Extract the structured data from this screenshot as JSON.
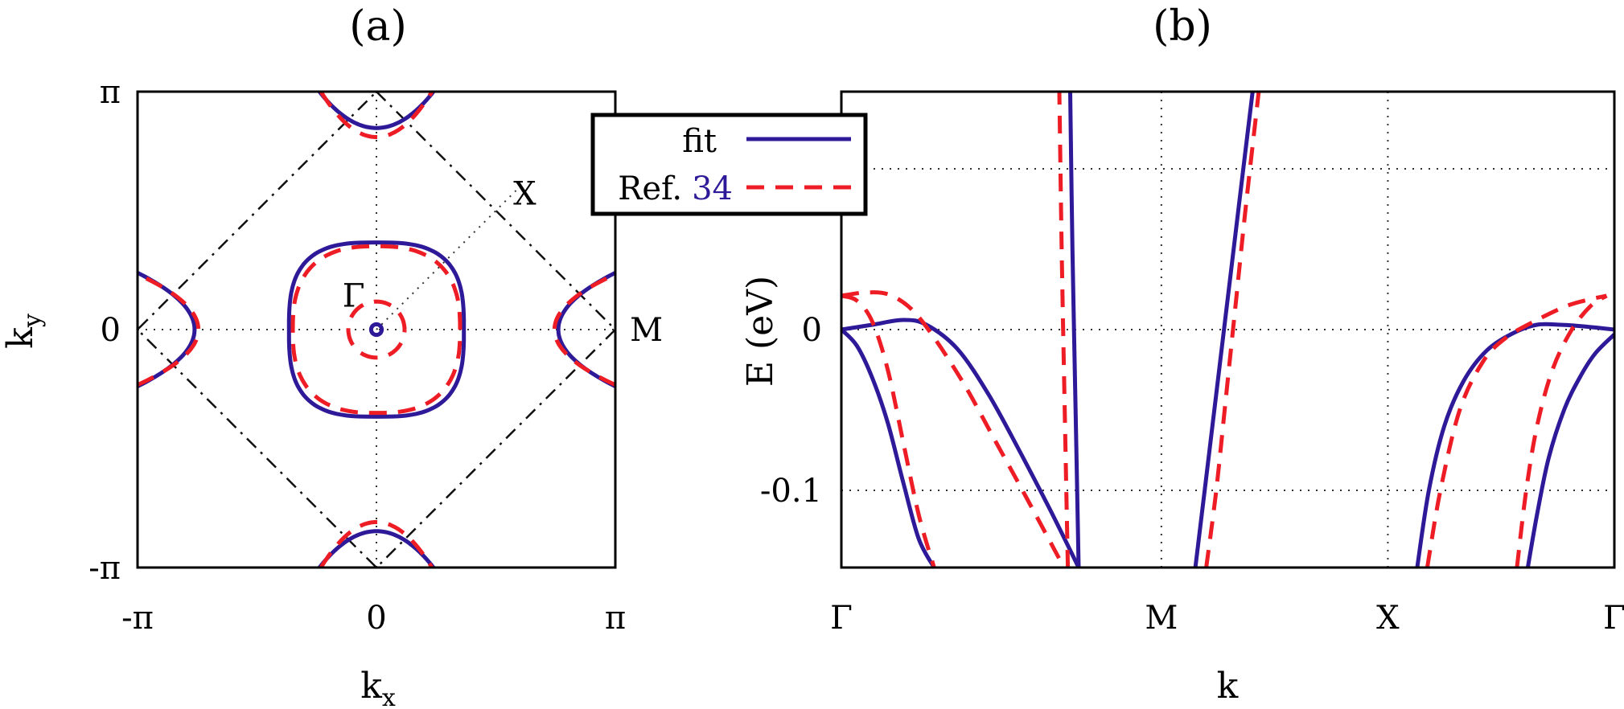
{
  "chart_data": [
    {
      "id": "a",
      "panel_label": "(a)",
      "type": "line",
      "subtype": "fermi-surface contour",
      "xlabel_main": "k",
      "xlabel_sub": "x",
      "ylabel_main": "k",
      "ylabel_sub": "y",
      "xlim": [
        -3.14159,
        3.14159
      ],
      "ylim": [
        -3.14159,
        3.14159
      ],
      "xticks": [
        {
          "v": -3.14159,
          "label": "-π"
        },
        {
          "v": 0,
          "label": "0"
        },
        {
          "v": 3.14159,
          "label": "π"
        }
      ],
      "yticks": [
        {
          "v": -3.14159,
          "label": "-π"
        },
        {
          "v": 0,
          "label": "0"
        },
        {
          "v": 3.14159,
          "label": "π"
        }
      ],
      "grid": "dotted center lines",
      "annotations": [
        {
          "text": "X",
          "x": 1.95,
          "y": 1.8
        },
        {
          "text": "Γ",
          "x": -0.3,
          "y": 0.45
        },
        {
          "text": "M",
          "x": 3.55,
          "y": 0
        }
      ],
      "guides": {
        "diamond": [
          [
            0,
            3.14159
          ],
          [
            3.14159,
            0
          ],
          [
            0,
            -3.14159
          ],
          [
            -3.14159,
            0
          ],
          [
            0,
            3.14159
          ]
        ],
        "gamma_to_x": [
          [
            0,
            0
          ],
          [
            1.9,
            1.9
          ]
        ]
      },
      "series": [
        {
          "name": "fit",
          "color": "#2e1a98",
          "dash": "solid",
          "curves": [
            {
              "shape": "circle",
              "center": [
                0,
                0
              ],
              "radius": 0.07
            },
            {
              "shape": "superellipse",
              "center": [
                0,
                0
              ],
              "radius": 1.15,
              "exponent": 3.0
            },
            {
              "shape": "arc",
              "center": [
                0,
                3.14159
              ],
              "vertex_distance": 0.48,
              "opening": "up",
              "half_width_at_edge": 0.75
            },
            {
              "shape": "arc",
              "center": [
                0,
                -3.14159
              ],
              "vertex_distance": 0.48,
              "opening": "down",
              "half_width_at_edge": 0.75
            },
            {
              "shape": "arc",
              "center": [
                -3.14159,
                0
              ],
              "vertex_distance": 0.75,
              "opening": "left",
              "half_width_at_edge": 0.75
            },
            {
              "shape": "arc",
              "center": [
                3.14159,
                0
              ],
              "vertex_distance": 0.75,
              "opening": "right",
              "half_width_at_edge": 0.75
            }
          ]
        },
        {
          "name": "Ref. 34",
          "color": "#ee1c24",
          "dash": "dashed",
          "curves": [
            {
              "shape": "circle",
              "center": [
                0,
                0
              ],
              "radius": 0.37
            },
            {
              "shape": "superellipse",
              "center": [
                0,
                0
              ],
              "radius": 1.1,
              "exponent": 2.6
            },
            {
              "shape": "arc",
              "center": [
                0,
                3.14159
              ],
              "vertex_distance": 0.6,
              "opening": "up",
              "half_width_at_edge": 0.73
            },
            {
              "shape": "arc",
              "center": [
                0,
                -3.14159
              ],
              "vertex_distance": 0.6,
              "opening": "down",
              "half_width_at_edge": 0.73
            },
            {
              "shape": "arc",
              "center": [
                -3.14159,
                0
              ],
              "vertex_distance": 0.8,
              "opening": "left",
              "half_width_at_edge": 0.73
            },
            {
              "shape": "arc",
              "center": [
                3.14159,
                0
              ],
              "vertex_distance": 0.8,
              "opening": "right",
              "half_width_at_edge": 0.73
            }
          ]
        }
      ]
    },
    {
      "id": "b",
      "panel_label": "(b)",
      "type": "line",
      "subtype": "band structure",
      "xlabel": "k",
      "ylabel": "E (eV)",
      "xlim": [
        0,
        1
      ],
      "ylim": [
        -0.148,
        0.148
      ],
      "xticks": [
        {
          "v": 0,
          "label": "Γ"
        },
        {
          "v": 0.414,
          "label": "M"
        },
        {
          "v": 0.707,
          "label": "X"
        },
        {
          "v": 1,
          "label": "Γ"
        }
      ],
      "yticks": [
        {
          "v": -0.1,
          "label": "-0.1"
        },
        {
          "v": 0,
          "label": "0"
        }
      ],
      "grid": "dotted at ticks",
      "series": [
        {
          "name": "fit",
          "color": "#2e1a98",
          "dash": "solid",
          "curves": [
            [
              [
                0,
                0
              ],
              [
                0.02,
                -0.01
              ],
              [
                0.04,
                -0.03
              ],
              [
                0.06,
                -0.058
              ],
              [
                0.08,
                -0.095
              ],
              [
                0.1,
                -0.13
              ],
              [
                0.12,
                -0.148
              ]
            ],
            [
              [
                0,
                0
              ],
              [
                0.04,
                0.003
              ],
              [
                0.08,
                0.006
              ],
              [
                0.11,
                0.003
              ],
              [
                0.15,
                -0.012
              ],
              [
                0.19,
                -0.04
              ],
              [
                0.23,
                -0.075
              ],
              [
                0.27,
                -0.112
              ],
              [
                0.307,
                -0.148
              ]
            ],
            [
              [
                0.307,
                -0.148
              ],
              [
                0.303,
                -0.05
              ],
              [
                0.299,
                0.05
              ],
              [
                0.296,
                0.148
              ]
            ],
            [
              [
                0.458,
                -0.148
              ],
              [
                0.47,
                -0.1
              ],
              [
                0.485,
                -0.04
              ],
              [
                0.5,
                0.02
              ],
              [
                0.515,
                0.08
              ],
              [
                0.532,
                0.148
              ]
            ],
            [
              [
                0.745,
                -0.148
              ],
              [
                0.76,
                -0.1
              ],
              [
                0.78,
                -0.06
              ],
              [
                0.805,
                -0.032
              ],
              [
                0.835,
                -0.013
              ],
              [
                0.87,
                -0.002
              ],
              [
                0.9,
                0.003
              ],
              [
                0.93,
                0.003
              ],
              [
                0.96,
                0.002
              ],
              [
                1.0,
                0
              ]
            ],
            [
              [
                0.888,
                -0.148
              ],
              [
                0.9,
                -0.115
              ],
              [
                0.915,
                -0.08
              ],
              [
                0.935,
                -0.05
              ],
              [
                0.955,
                -0.03
              ],
              [
                0.975,
                -0.015
              ],
              [
                1.0,
                -0.003
              ]
            ]
          ]
        },
        {
          "name": "Ref. 34",
          "color": "#ee1c24",
          "dash": "dashed",
          "curves": [
            [
              [
                0,
                0.021
              ],
              [
                0.02,
                0.018
              ],
              [
                0.04,
                0.005
              ],
              [
                0.06,
                -0.025
              ],
              [
                0.08,
                -0.07
              ],
              [
                0.1,
                -0.115
              ],
              [
                0.12,
                -0.148
              ]
            ],
            [
              [
                0,
                0.021
              ],
              [
                0.03,
                0.023
              ],
              [
                0.06,
                0.022
              ],
              [
                0.09,
                0.013
              ],
              [
                0.12,
                -0.005
              ],
              [
                0.16,
                -0.035
              ],
              [
                0.2,
                -0.07
              ],
              [
                0.24,
                -0.105
              ],
              [
                0.288,
                -0.148
              ]
            ],
            [
              [
                0.293,
                -0.148
              ],
              [
                0.289,
                -0.05
              ],
              [
                0.285,
                0.05
              ],
              [
                0.282,
                0.148
              ]
            ],
            [
              [
                0.472,
                -0.148
              ],
              [
                0.485,
                -0.1
              ],
              [
                0.498,
                -0.04
              ],
              [
                0.511,
                0.02
              ],
              [
                0.524,
                0.08
              ],
              [
                0.54,
                0.148
              ]
            ],
            [
              [
                0.758,
                -0.148
              ],
              [
                0.775,
                -0.1
              ],
              [
                0.8,
                -0.05
              ],
              [
                0.83,
                -0.02
              ],
              [
                0.86,
                -0.005
              ],
              [
                0.9,
                0.006
              ],
              [
                0.94,
                0.015
              ],
              [
                0.97,
                0.019
              ],
              [
                0.99,
                0.021
              ]
            ],
            [
              [
                0.874,
                -0.148
              ],
              [
                0.886,
                -0.1
              ],
              [
                0.9,
                -0.06
              ],
              [
                0.92,
                -0.025
              ],
              [
                0.945,
                0.0
              ],
              [
                0.97,
                0.015
              ],
              [
                0.99,
                0.021
              ]
            ]
          ]
        }
      ]
    }
  ],
  "legend": {
    "entries": [
      {
        "label": "fit",
        "color": "#2e1a98",
        "dash": "solid"
      },
      {
        "label_prefix": "Ref.",
        "label_ref": "34",
        "ref_color": "#2e1a98",
        "color": "#ee1c24",
        "dash": "dashed"
      }
    ]
  }
}
